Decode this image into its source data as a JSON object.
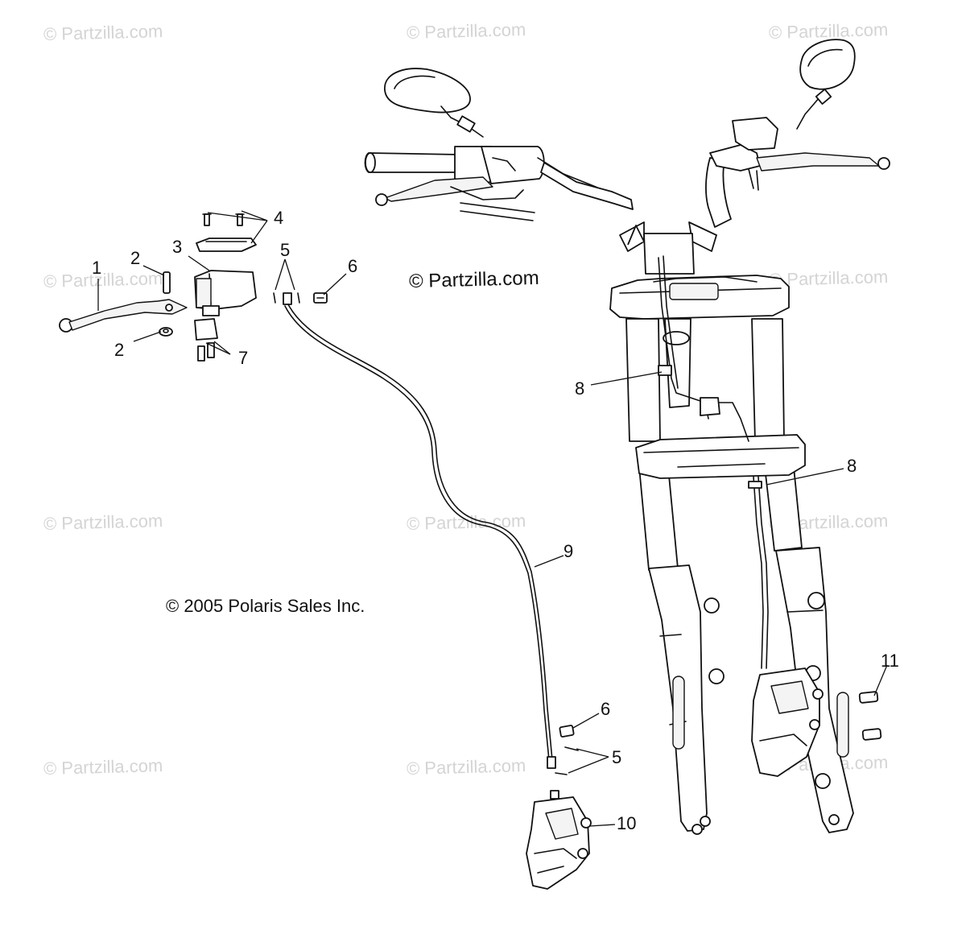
{
  "diagram": {
    "watermarks": [
      "© Partzilla.com",
      "© Partzilla.com",
      "© Partzilla.com",
      "© Partzilla.com",
      "© Partzilla.com",
      "© Partzilla.com",
      "© Partzilla.com",
      "© Partzilla.com",
      "© Partzilla.com",
      "© Partzilla.com",
      "© Partzilla.com"
    ],
    "center_copyright": "© Partzilla.com",
    "polaris_copyright": "© 2005 Polaris Sales Inc.",
    "callouts": [
      "1",
      "2",
      "3",
      "2",
      "4",
      "5",
      "6",
      "7",
      "8",
      "8",
      "9",
      "11",
      "6",
      "5",
      "10"
    ]
  }
}
